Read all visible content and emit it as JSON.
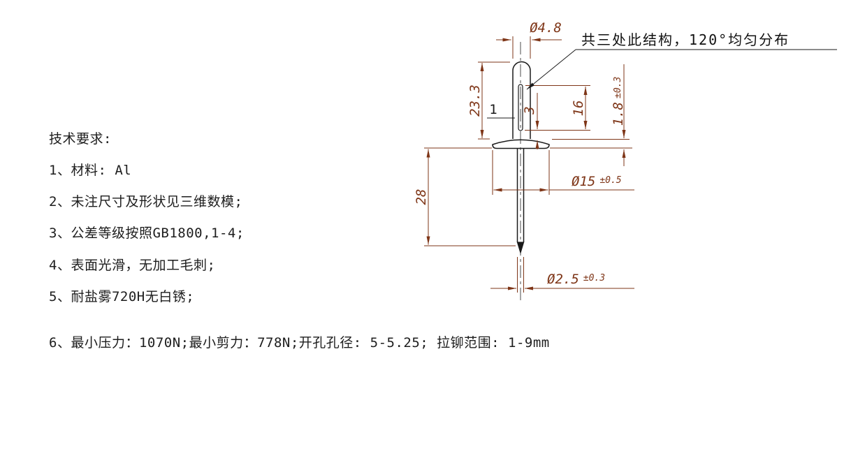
{
  "tech_requirements": {
    "title": "技术要求:",
    "items": [
      "1、材料: Al",
      "2、未注尺寸及形状见三维数模;",
      "3、公差等级按照GB1800,1-4;",
      "4、表面光滑，无加工毛刺;",
      "5、耐盐雾720H无白锈;",
      "6、最小压力：1070N;最小剪力：778N;开孔孔径: 5-5.25; 拉铆范围: 1-9mm"
    ]
  },
  "drawing": {
    "callout": "共三处此结构，120°均匀分布",
    "label_slot_width": "1",
    "dims": {
      "top_diameter": "Ø4.8",
      "body_height": "23.3",
      "slot_to_flange": "3",
      "slot_length": "16",
      "flange_thickness": "1.8",
      "flange_thickness_tol": "±0.3",
      "flange_diameter": "Ø15",
      "flange_diameter_tol": "±0.5",
      "pin_length": "28",
      "pin_diameter": "Ø2.5",
      "pin_diameter_tol": "±0.3"
    },
    "colors": {
      "dimension": "#7e3517",
      "outline": "#1a1a1a",
      "background": "#ffffff"
    }
  }
}
